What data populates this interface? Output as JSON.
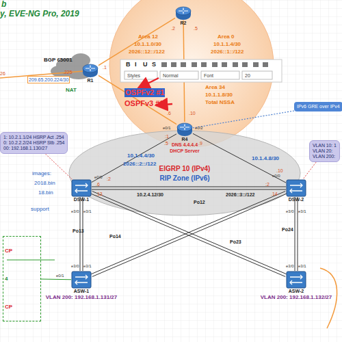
{
  "diagram": {
    "nodes": [
      {
        "text": [
          "R2"
        ]
      },
      {
        "text": [
          "R1"
        ]
      },
      {
        "text": [
          "IPv6 GRE over IPv4"
        ]
      },
      {
        "text": [
          "EIGRP 10 (IPv4)",
          "RIP Zone (IPv6)"
        ]
      },
      {
        "text": [
          "R4",
          "DNS 4.4.4.4",
          "DHCP Server"
        ]
      },
      {
        "text": [
          "1: 10.2.1.1/24 HSRP Act .254",
          "0: 10.2.2.2/24 HSRP Stb .254",
          "00: 192.168.1.130/27"
        ]
      },
      {
        "text": [
          "VLAN 10: 1",
          "VLAN 20:",
          "VLAN 200:"
        ]
      },
      {
        "text": [
          "DSW-1"
        ]
      },
      {
        "text": [
          "DSW-2"
        ]
      },
      {
        "text": [
          "ASW-1",
          "VLAN 200: 192.168.1.131/27"
        ]
      },
      {
        "text": [
          "ASW-2",
          "VLAN 200: 192.168.1.132/27"
        ]
      },
      {
        "text": [
          "CP",
          "4",
          "CP"
        ]
      }
    ],
    "edges": [
      {
        "from": 1,
        "to": 0,
        "arrow": "none"
      },
      {
        "from": 0,
        "to": 4,
        "arrow": "none"
      },
      {
        "from": 1,
        "to": 4,
        "arrow": "none"
      },
      {
        "from": 4,
        "to": 2,
        "arrow": "none"
      },
      {
        "from": 4,
        "to": 7,
        "label": "10.1.4.4/30",
        "arrow": "none"
      },
      {
        "from": 4,
        "to": 8,
        "label": "10.1.4.8/30",
        "arrow": "none"
      },
      {
        "from": 7,
        "to": 8,
        "label": "Po12",
        "arrow": "none"
      },
      {
        "from": 7,
        "to": 9,
        "label": "Po13",
        "arrow": "none"
      },
      {
        "from": 7,
        "to": 10,
        "label": "Po14",
        "arrow": "none"
      },
      {
        "from": 8,
        "to": 9,
        "label": "Po23",
        "arrow": "none"
      },
      {
        "from": 8,
        "to": 10,
        "label": "Po24",
        "arrow": "none"
      },
      {
        "from": 5,
        "to": 7,
        "arrow": "none"
      },
      {
        "from": 6,
        "to": 8,
        "arrow": "none"
      },
      {
        "from": 11,
        "to": 9,
        "arrow": "none"
      }
    ],
    "labels": [
      "b",
      "y, EVE-NG Pro, 2019",
      ".2",
      ".5",
      "Area 12",
      "10.1.1.0/30",
      "2026::12::/122",
      "Area 0",
      "10.1.1.4/30",
      "2026::1::/122",
      ".1",
      "BGP 65001",
      ".225",
      "26",
      "209.65.200.224/30",
      "NAT",
      "B",
      "I",
      "U",
      "S",
      "Styles",
      "Normal",
      "Font",
      "20",
      "OSPFv2 #1",
      "OSPFv3 #6",
      "Area 34",
      "10.1.1.8/30",
      "Total NSSA",
      ".6",
      ".10",
      "e0/1",
      "e0/2",
      ":1",
      ".5",
      ".9",
      "2026::2::/122",
      "e0/0",
      ":2",
      ".6",
      ".13",
      "10.2.4.12/30",
      "2026::3::/122",
      "e0/0",
      ".10",
      ":2",
      ".14",
      "e3/0",
      "e3/1",
      "e3/0",
      "e3/1",
      "e3/0",
      "e3/1",
      "e3/0",
      "e3/1",
      "images:",
      "2018.bin",
      "18.bin",
      "support",
      "e0/1"
    ]
  }
}
